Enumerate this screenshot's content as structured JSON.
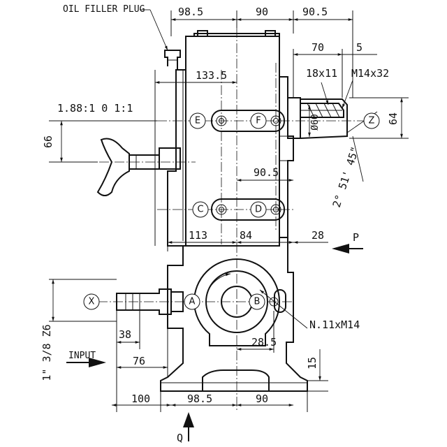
{
  "labels": {
    "oil_filler_plug": "OIL FILLER PLUG",
    "input": "INPUT",
    "ratios": "1.88:1   0   1:1",
    "shaft_key": "18x11",
    "shaft_thread": "M14x32",
    "holes": "N.11xM14",
    "taper_angle": "2° 51' 45\"",
    "p_direction": "P",
    "q_direction": "Q",
    "shaft_size": "1\" 3/8 Z6",
    "diameter": "Ø60"
  },
  "bubbles": [
    "E",
    "F",
    "C",
    "D",
    "A",
    "B",
    "X",
    "Z"
  ],
  "dimensions": {
    "top_left": "98.5",
    "top_mid": "90",
    "top_right": "90.5",
    "shaft_len": "70",
    "shaft_step": "5",
    "upper_width": "133.5",
    "lever_height": "66",
    "shaft_height": "64",
    "mid_offset": "90.5",
    "left_width": "113",
    "mid_width": "84",
    "right_width": "28",
    "spline_len": "38",
    "input_len": "76",
    "base_offset": "28.5",
    "base_height": "15",
    "bottom_left": "100",
    "bottom_mid": "98.5",
    "bottom_right": "90"
  }
}
